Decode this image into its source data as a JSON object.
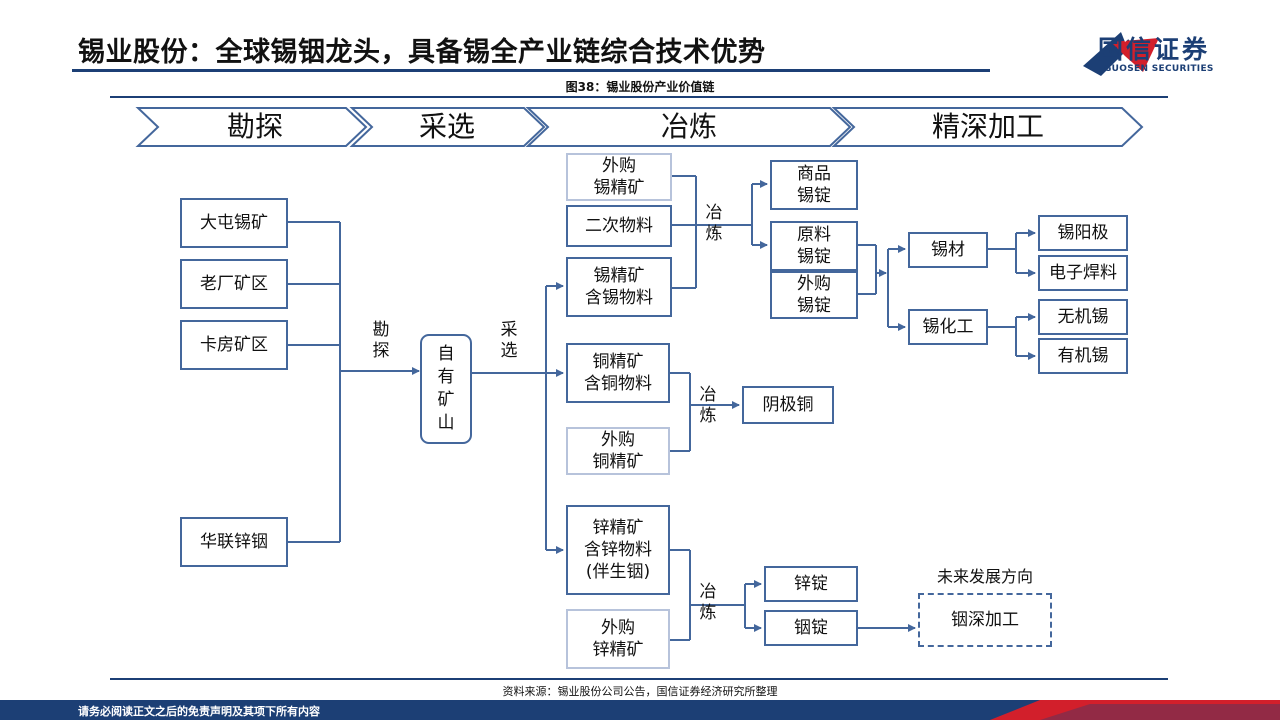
{
  "header": {
    "title": "锡业股份：全球锡铟龙头，具备锡全产业链综合技术优势",
    "logo_cn": "国信证券",
    "logo_en": "GUOSEN SECURITIES"
  },
  "figure": {
    "title": "图38：锡业股份产业价值链",
    "stages": [
      "勘探",
      "采选",
      "冶炼",
      "精深加工"
    ]
  },
  "diagram": {
    "mines": [
      "大屯锡矿",
      "老厂矿区",
      "卡房矿区",
      "华联锌铟"
    ],
    "edge_explore": "勘\n探",
    "own_mine": "自\n有\n矿\n山",
    "edge_beneficiation": "采\n选",
    "tin_inputs": [
      "外购\n锡精矿",
      "二次物料",
      "锡精矿\n含锡物料"
    ],
    "copper_inputs": [
      "铜精矿\n含铜物料",
      "外购\n铜精矿"
    ],
    "zinc_inputs": [
      "锌精矿\n含锌物料\n(伴生铟)",
      "外购\n锌精矿"
    ],
    "edge_smelt": "冶\n炼",
    "tin_ingots": [
      "商品\n锡锭",
      "原料\n锡锭",
      "外购\n锡锭"
    ],
    "tin_products": [
      "锡材",
      "锡化工"
    ],
    "tin_finals": [
      "锡阳极",
      "电子焊料",
      "无机锡",
      "有机锡"
    ],
    "copper_product": "阴极铜",
    "zinc_products": [
      "锌锭",
      "铟锭"
    ],
    "future_label": "未来发展方向",
    "future_product": "铟深加工"
  },
  "source": "资料来源：锡业股份公司公告，国信证券经济研究所整理",
  "footer": "请务必阅读正文之后的免责声明及其项下所有内容",
  "colors": {
    "brand_blue": "#1c3f75",
    "box_border": "#44679c",
    "accent_red": "#d21f2b"
  }
}
